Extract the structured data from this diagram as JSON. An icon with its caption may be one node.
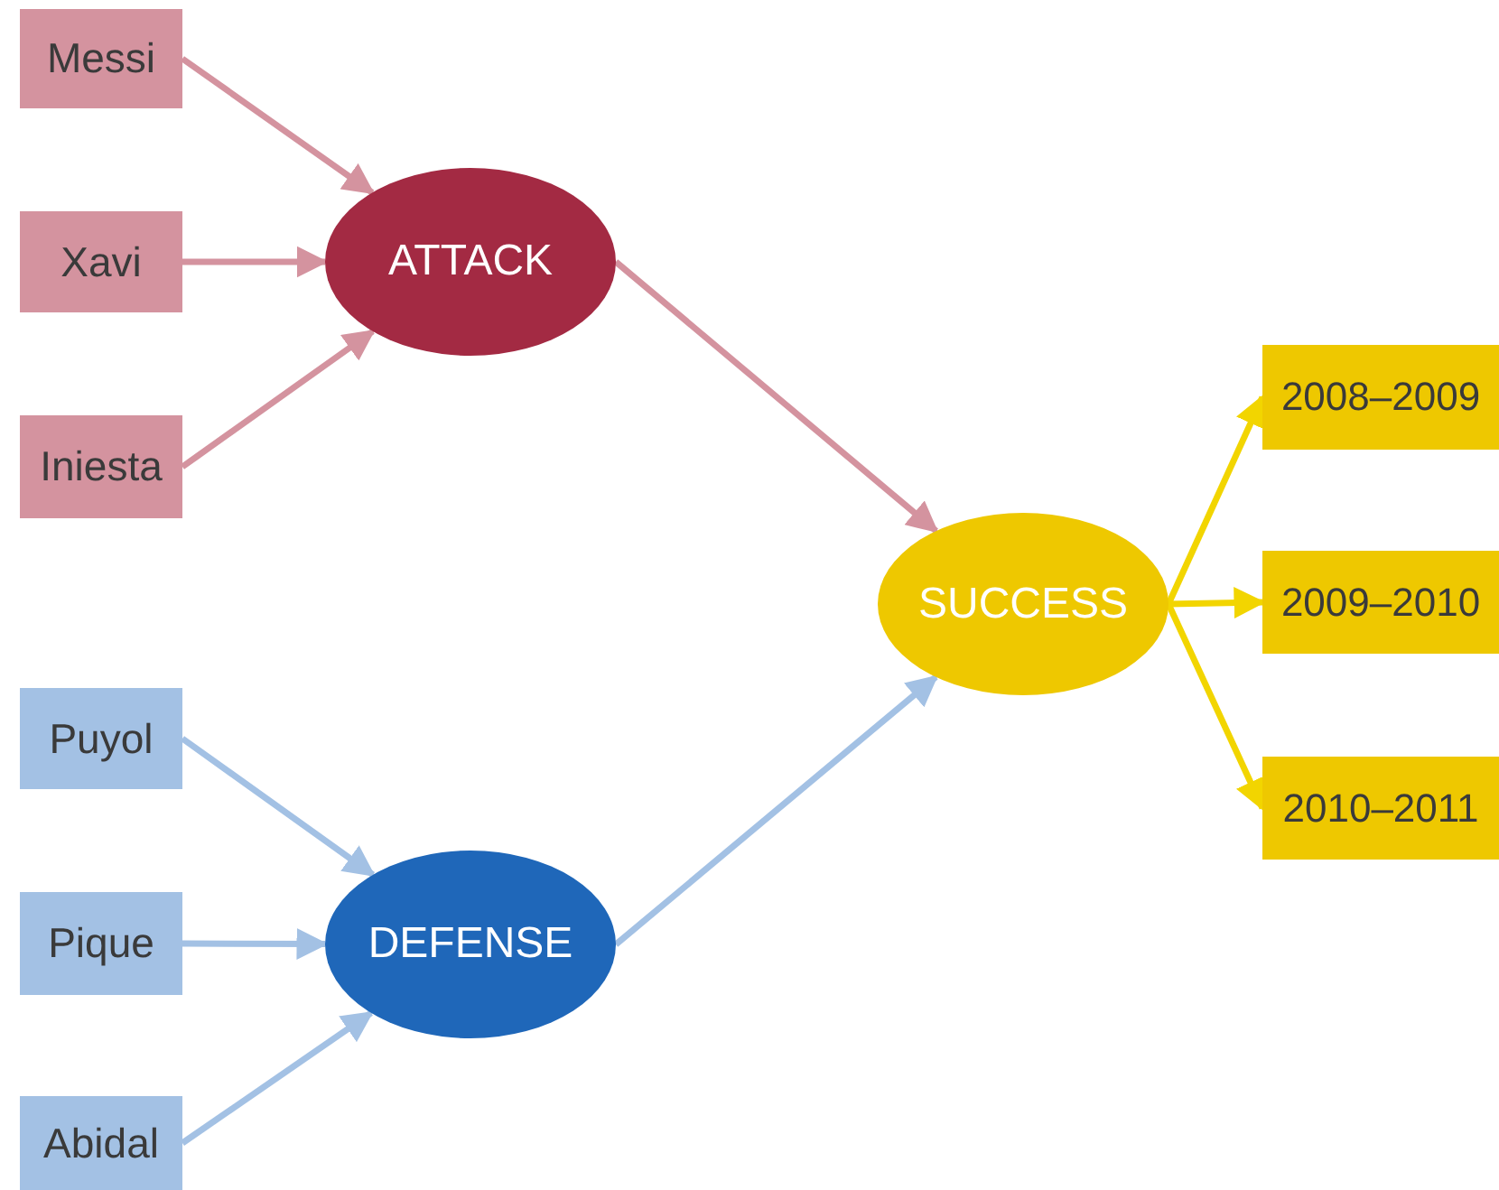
{
  "diagram": {
    "nodes": [
      {
        "text": [
          "Messi"
        ]
      },
      {
        "text": [
          "Xavi"
        ]
      },
      {
        "text": [
          "Iniesta"
        ]
      },
      {
        "text": [
          "ATTACK"
        ]
      },
      {
        "text": [
          "Puyol"
        ]
      },
      {
        "text": [
          "Pique"
        ]
      },
      {
        "text": [
          "Abidal"
        ]
      },
      {
        "text": [
          "DEFENSE"
        ]
      },
      {
        "text": [
          "SUCCESS"
        ]
      },
      {
        "text": [
          "2008–2009"
        ]
      },
      {
        "text": [
          "2009–2010"
        ]
      },
      {
        "text": [
          "2010–2011"
        ]
      }
    ],
    "edges": [
      {
        "from": 0,
        "to": 3,
        "arrow": "to",
        "color": "#d4939f"
      },
      {
        "from": 1,
        "to": 3,
        "arrow": "to",
        "color": "#d4939f"
      },
      {
        "from": 2,
        "to": 3,
        "arrow": "to",
        "color": "#d4939f"
      },
      {
        "from": 4,
        "to": 7,
        "arrow": "to",
        "color": "#a3c1e4"
      },
      {
        "from": 5,
        "to": 7,
        "arrow": "to",
        "color": "#a3c1e4"
      },
      {
        "from": 6,
        "to": 7,
        "arrow": "to",
        "color": "#a3c1e4"
      },
      {
        "from": 3,
        "to": 8,
        "arrow": "to",
        "color": "#d4939f"
      },
      {
        "from": 7,
        "to": 8,
        "arrow": "to",
        "color": "#a3c1e4"
      },
      {
        "from": 8,
        "to": 9,
        "arrow": "to",
        "color": "#f2d500"
      },
      {
        "from": 8,
        "to": 10,
        "arrow": "to",
        "color": "#f2d500"
      },
      {
        "from": 8,
        "to": 11,
        "arrow": "to",
        "color": "#f2d500"
      }
    ]
  }
}
